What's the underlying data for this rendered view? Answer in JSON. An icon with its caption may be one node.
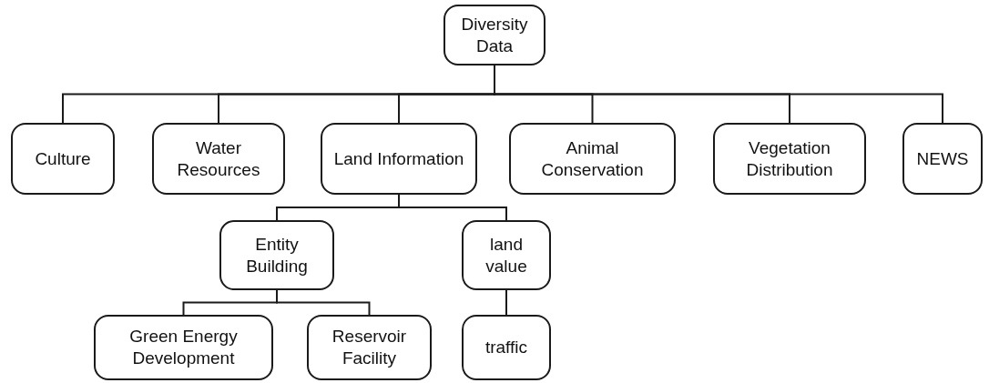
{
  "diagram": {
    "nodes": [
      {
        "text": [
          "Diversity Data"
        ]
      },
      {
        "text": [
          "Culture"
        ]
      },
      {
        "text": [
          "Water Resources"
        ]
      },
      {
        "text": [
          "Land Information"
        ]
      },
      {
        "text": [
          "Animal Conservation"
        ]
      },
      {
        "text": [
          "Vegetation Distribution"
        ]
      },
      {
        "text": [
          "NEWS"
        ]
      },
      {
        "text": [
          "Entity Building"
        ]
      },
      {
        "text": [
          "land value"
        ]
      },
      {
        "text": [
          "Green Energy Development"
        ]
      },
      {
        "text": [
          "Reservoir Facility"
        ]
      },
      {
        "text": [
          "traffic"
        ]
      }
    ],
    "edges": [
      {
        "from": 0,
        "to": 1,
        "arrow": "none"
      },
      {
        "from": 0,
        "to": 2,
        "arrow": "none"
      },
      {
        "from": 0,
        "to": 3,
        "arrow": "none"
      },
      {
        "from": 0,
        "to": 4,
        "arrow": "none"
      },
      {
        "from": 0,
        "to": 5,
        "arrow": "none"
      },
      {
        "from": 0,
        "to": 6,
        "arrow": "none"
      },
      {
        "from": 3,
        "to": 7,
        "arrow": "none"
      },
      {
        "from": 3,
        "to": 8,
        "arrow": "none"
      },
      {
        "from": 7,
        "to": 9,
        "arrow": "none"
      },
      {
        "from": 7,
        "to": 10,
        "arrow": "none"
      },
      {
        "from": 8,
        "to": 11,
        "arrow": "none"
      }
    ]
  }
}
